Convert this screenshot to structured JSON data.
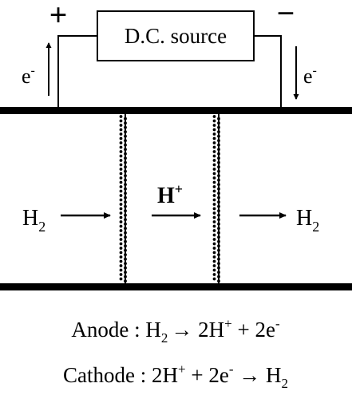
{
  "source": {
    "label": "D.C. source",
    "positive_terminal": "+",
    "negative_terminal": "−"
  },
  "electrons": {
    "left": {
      "base": "e",
      "sup": "-"
    },
    "right": {
      "base": "e",
      "sup": "-"
    }
  },
  "flow": {
    "inlet": {
      "base": "H",
      "sub": "2"
    },
    "proton": {
      "base": "H",
      "sup": "+"
    },
    "outlet": {
      "base": "H",
      "sub": "2"
    }
  },
  "reactions": {
    "anode": {
      "label": "Anode : ",
      "reactant_base": "H",
      "reactant_sub": "2",
      "arrow": "→",
      "product_1_coef": " 2H",
      "product_1_sup": "+",
      "plus": " + 2e",
      "product_2_sup": "-"
    },
    "cathode": {
      "label": "Cathode : ",
      "reactant_1_coef": "2H",
      "reactant_1_sup": "+",
      "plus": " + 2e",
      "reactant_2_sup": "-",
      "arrow": " → ",
      "product_base": "H",
      "product_sub": "2"
    }
  },
  "colors": {
    "ink": "#000000",
    "background": "#ffffff"
  }
}
